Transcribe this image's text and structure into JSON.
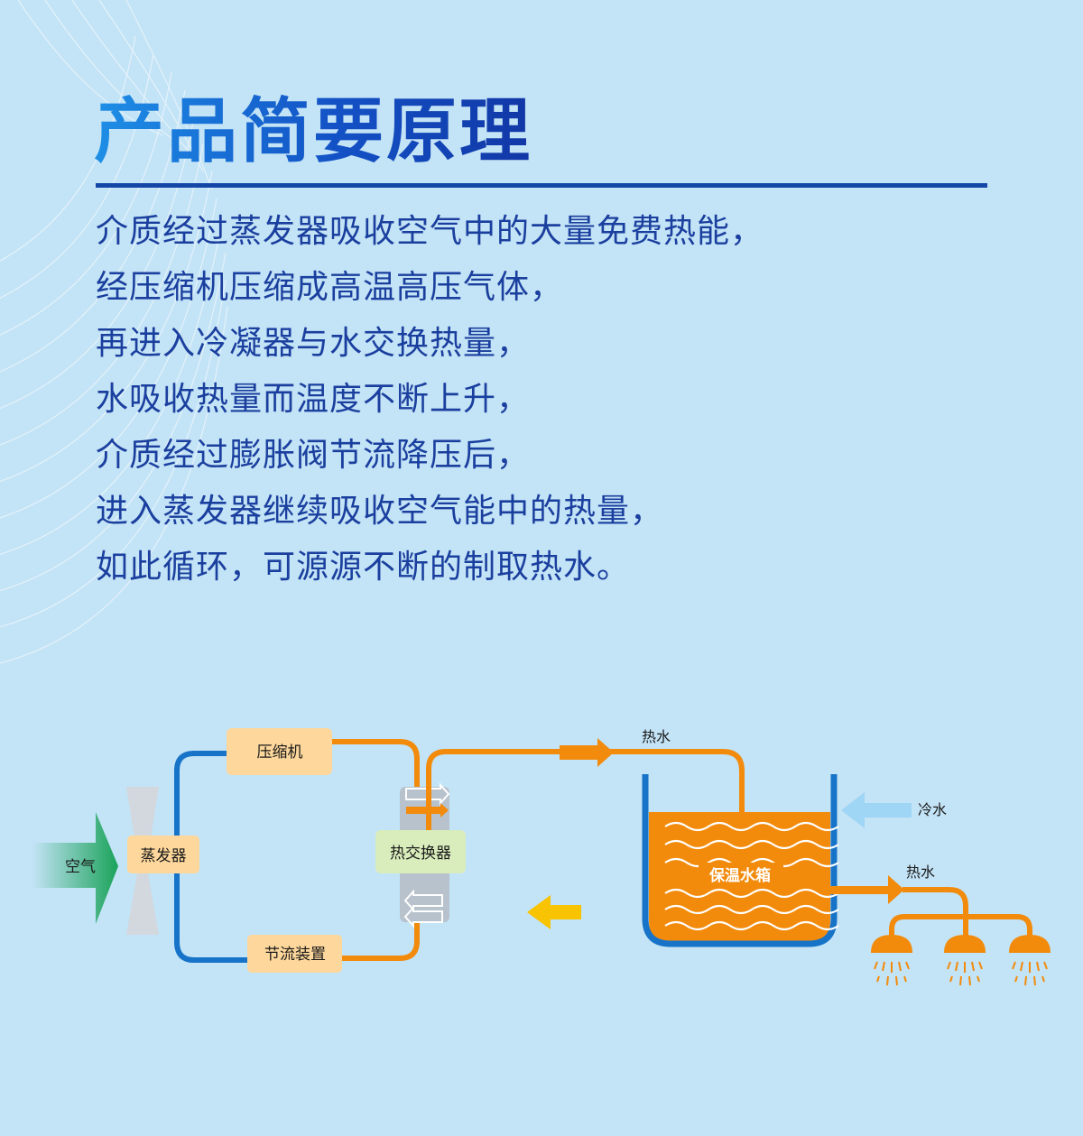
{
  "title": "产品简要原理",
  "description_lines": [
    "介质经过蒸发器吸收空气中的大量免费热能，",
    "经压缩机压缩成高温高压气体，",
    "再进入冷凝器与水交换热量，",
    "水吸收热量而温度不断上升，",
    "介质经过膨胀阀节流降压后，",
    "进入蒸发器继续吸收空气能中的热量，",
    "如此循环，可源源不断的制取热水。"
  ],
  "diagram": {
    "labels": {
      "air": "空气",
      "evaporator": "蒸发器",
      "compressor": "压缩机",
      "heat_exchanger": "热交换器",
      "throttle": "节流装置",
      "hot_water_top": "热水",
      "cold_water": "冷水",
      "tank": "保温水箱",
      "hot_water_out": "热水"
    },
    "icons": [
      "fan-icon",
      "shower-head-icon",
      "arrow-right-icon",
      "arrow-left-icon"
    ],
    "colors": {
      "cold_pipe": "#1673c8",
      "hot_pipe": "#f28b0c",
      "component_box": "#fdd79b",
      "exchanger_box": "#d9ecbb",
      "tank_water": "#f28b0c",
      "return_arrow": "#f8c300",
      "cold_arrow": "#9fd5f5",
      "air_arrow": "#1aa35a"
    }
  }
}
